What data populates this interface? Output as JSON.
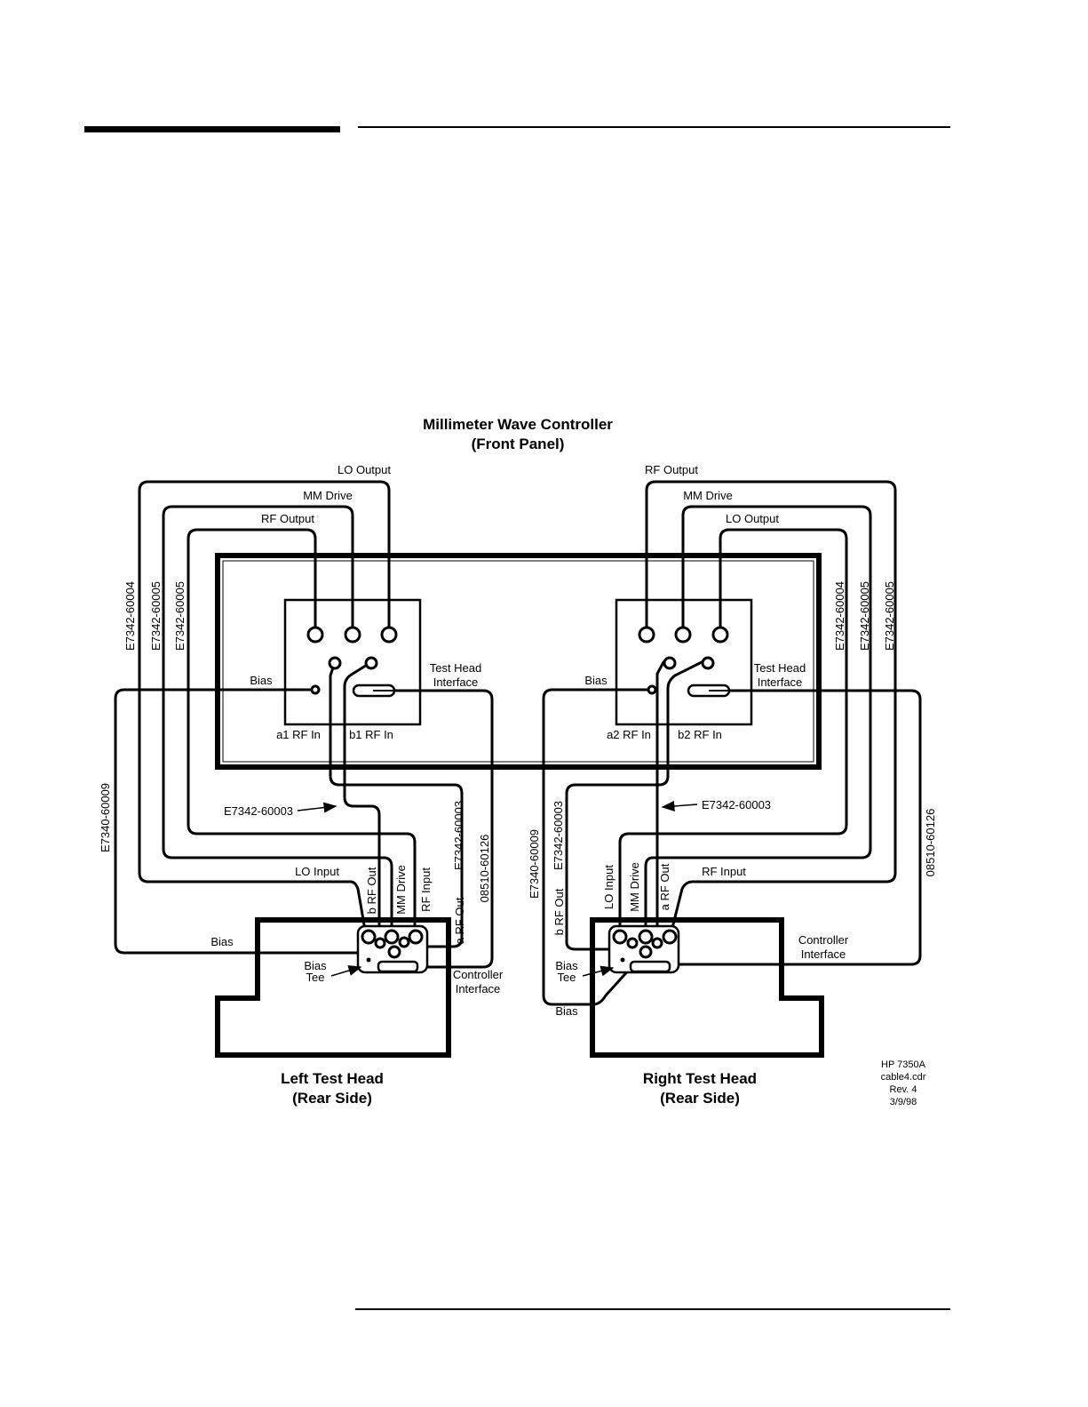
{
  "controller": {
    "title_line1": "Millimeter Wave Controller",
    "title_line2": "(Front Panel)",
    "left_panel": {
      "top_labels": [
        "LO Output",
        "MM Drive",
        "RF Output"
      ],
      "bias": "Bias",
      "interface_line1": "Test Head",
      "interface_line2": "Interface",
      "rf_in_a": "a1 RF In",
      "rf_in_b": "b1 RF In"
    },
    "right_panel": {
      "top_labels": [
        "RF Output",
        "MM Drive",
        "LO Output"
      ],
      "bias": "Bias",
      "interface_line1": "Test Head",
      "interface_line2": "Interface",
      "rf_in_a": "a2 RF In",
      "rf_in_b": "b2 RF In"
    }
  },
  "cables": {
    "left_vertical": [
      "E7342-60004",
      "E7342-60005",
      "E7342-60005"
    ],
    "right_vertical": [
      "E7342-60004",
      "E7342-60005",
      "E7342-60005"
    ],
    "left_bias": "E7340-60009",
    "left_rf_pointer": "E7342-60003",
    "left_rf_vertical": "E7342-60003",
    "left_interface": "08510-60126",
    "right_bias": "E7340-60009",
    "right_rf_vertical": "E7342-60003",
    "right_rf_pointer": "E7342-60003",
    "right_interface": "08510-60126"
  },
  "left_head": {
    "title_line1": "Left Test Head",
    "title_line2": "(Rear Side)",
    "lo_input": "LO Input",
    "b_rf_out": "b RF Out",
    "mm_drive": "MM Drive",
    "rf_input": "RF Input",
    "a_rf_out": "a RF Out",
    "bias": "Bias",
    "bias_tee_line1": "Bias",
    "bias_tee_line2": "Tee",
    "controller_interface_line1": "Controller",
    "controller_interface_line2": "Interface"
  },
  "right_head": {
    "title_line1": "Right Test Head",
    "title_line2": "(Rear Side)",
    "lo_input": "LO Input",
    "b_rf_out": "b RF Out",
    "mm_drive": "MM Drive",
    "rf_input": "RF Input",
    "a_rf_out": "a RF Out",
    "bias": "Bias",
    "bias_tee_line1": "Bias",
    "bias_tee_line2": "Tee",
    "controller_interface_line1": "Controller",
    "controller_interface_line2": "Interface"
  },
  "stamp": {
    "line1": "HP 7350A",
    "line2": "cable4.cdr",
    "line3": "Rev. 4",
    "line4": "3/9/98"
  }
}
